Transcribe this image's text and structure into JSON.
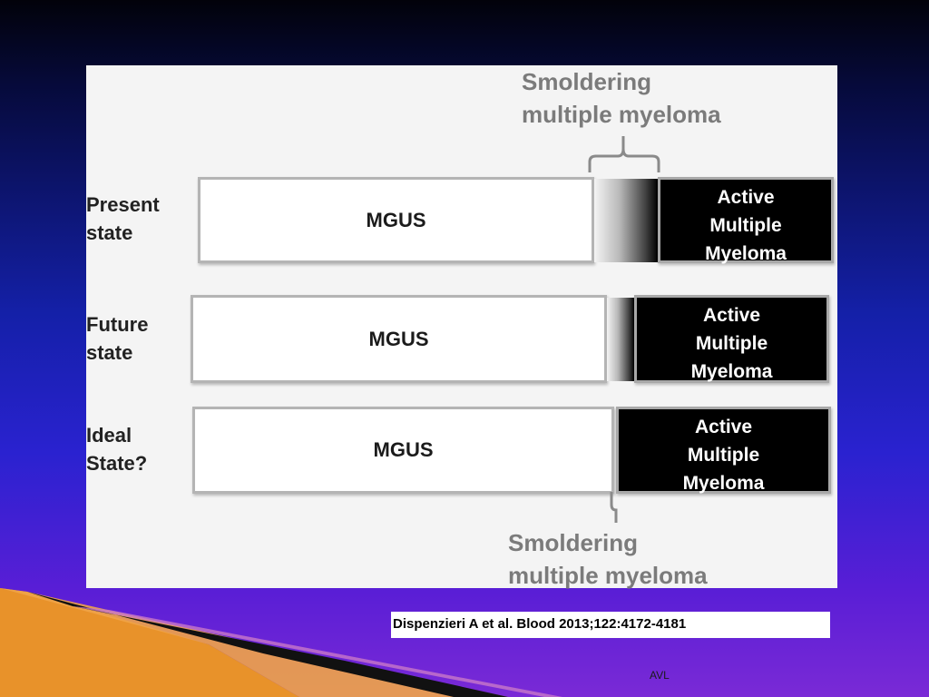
{
  "labels": {
    "present": [
      "Present",
      "state"
    ],
    "future": [
      "Future",
      "state"
    ],
    "ideal": [
      "Ideal",
      "State?"
    ]
  },
  "smoldering_top": [
    "Smoldering",
    "multiple myeloma"
  ],
  "smoldering_bottom": [
    "Smoldering",
    "multiple myeloma"
  ],
  "mgus_label": "MGUS",
  "active_label": [
    "Active",
    "Multiple",
    "Myeloma"
  ],
  "citation": "Dispenzieri A et al. Blood 2013;122:4172-4181",
  "footer": "AVL",
  "colors": {
    "mgus_fill": "#ffffff",
    "active_fill": "#000000",
    "box_border": "#b4b4b4",
    "smoldering_text": "#7b7b7b"
  }
}
